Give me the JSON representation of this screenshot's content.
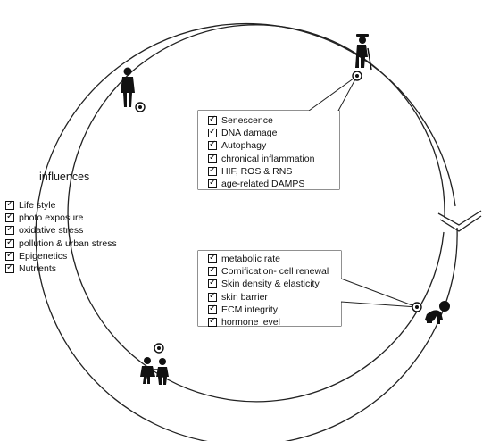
{
  "influences": {
    "title": "influences",
    "items": [
      "Life style",
      "photo exposure",
      "oxidative stress",
      "pollution & urban stress",
      "Epigenetics",
      "Nutrients"
    ]
  },
  "aging_box": {
    "items": [
      "Senescence",
      "DNA damage",
      "Autophagy",
      "chronical inflammation",
      "HIF, ROS & RNS",
      "age-related DAMPS"
    ]
  },
  "early_box": {
    "items": [
      "metabolic rate",
      "Cornification- cell renewal",
      "Skin density & elasticity",
      "skin barrier",
      "ECM integrity",
      "hormone level"
    ]
  },
  "icons": [
    "elderly-person-icon",
    "adult-man-icon",
    "children-icon",
    "crawling-baby-icon",
    "checkbox-icon"
  ]
}
